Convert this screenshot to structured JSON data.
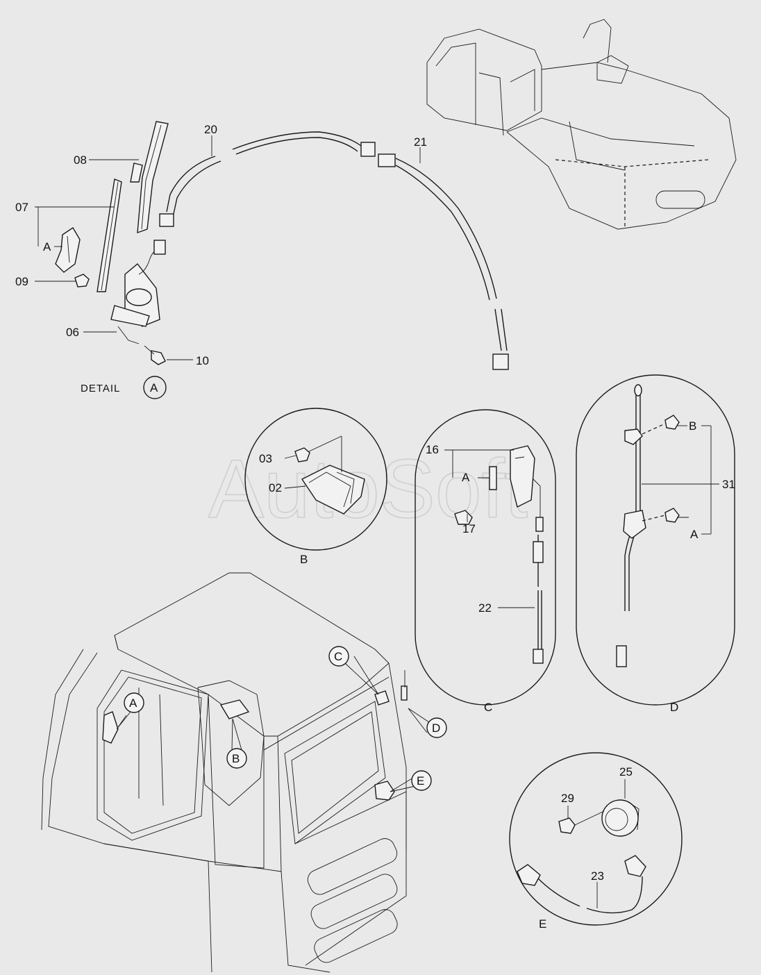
{
  "watermark": "AutoSoft",
  "detail_caption": "DETAIL",
  "detail_id": "A",
  "part_numbers": {
    "p02": "02",
    "p03": "03",
    "p06": "06",
    "p07": "07",
    "p08": "08",
    "p09": "09",
    "p10": "10",
    "p16": "16",
    "p17": "17",
    "p20": "20",
    "p21": "21",
    "p22": "22",
    "p23": "23",
    "p25": "25",
    "p29": "29",
    "p31": "31"
  },
  "sub_refs": {
    "detail_a_ref": "A",
    "c_a": "A",
    "d_b": "B",
    "d_a": "A"
  },
  "view_labels": {
    "b": "B",
    "c": "C",
    "d": "D",
    "e": "E"
  },
  "cab_callouts": {
    "a": "A",
    "b": "B",
    "c": "C",
    "d": "D",
    "e": "E"
  }
}
